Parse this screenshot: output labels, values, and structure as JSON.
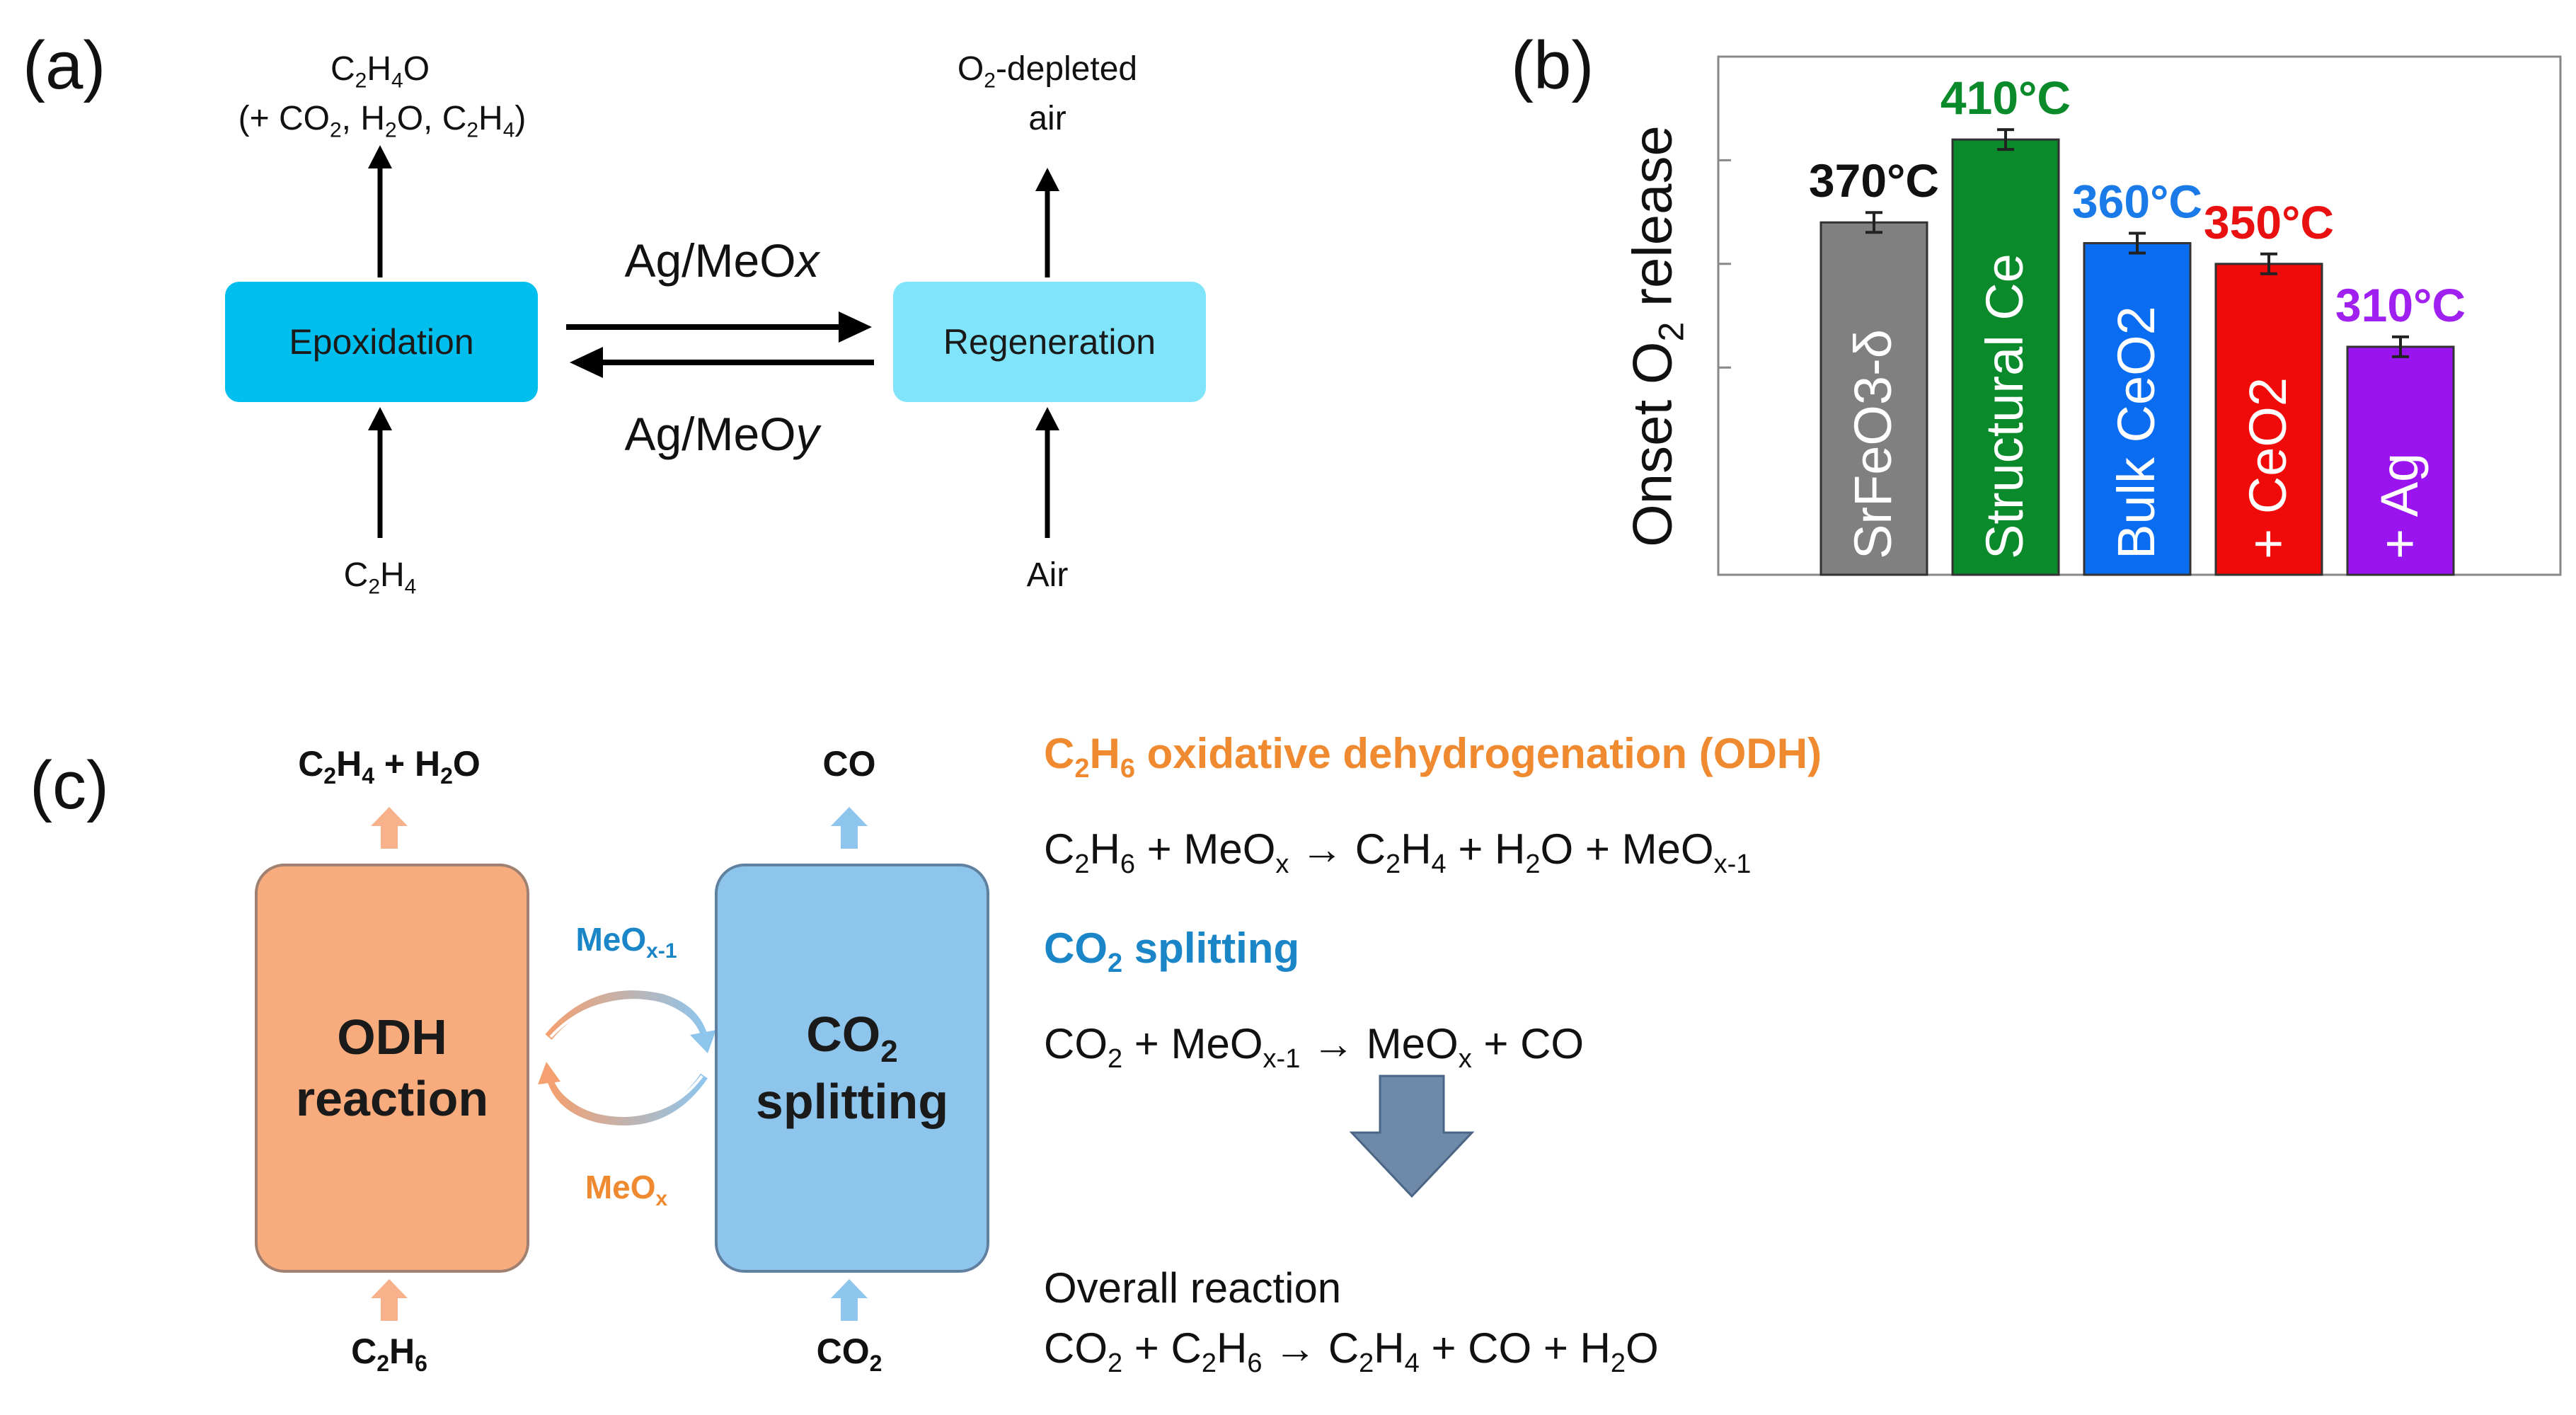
{
  "panels": {
    "a": {
      "label": "(a)",
      "epoxidation": "Epoxidation",
      "regeneration": "Regeneration",
      "product_top_1": {
        "pre": "C",
        "s1": "2",
        "mid": "H",
        "s2": "4",
        "post": "O"
      },
      "product_top_2": {
        "t1": "(+ CO",
        "s1": "2",
        "t2": ", H",
        "s2": "2",
        "t3": "O, C",
        "s3": "2",
        "t4": "H",
        "s4": "4",
        "t5": ")"
      },
      "input_left": {
        "t1": "C",
        "s1": "2",
        "t2": "H",
        "s2": "4"
      },
      "output_right_1": {
        "t1": "O",
        "s1": "2",
        "t2": "-depleted"
      },
      "output_right_2": "air",
      "input_right": "Air",
      "arrow_forward_label": {
        "t1": "Ag/MeO",
        "it": "x"
      },
      "arrow_back_label": {
        "t1": "Ag/MeO",
        "it": "y"
      },
      "colors": {
        "epoxidation": "#00bfee",
        "regeneration": "#80e4fb"
      }
    },
    "b": {
      "label": "(b)",
      "ylabel": {
        "t1": "Onset O",
        "s1": "2",
        "t2": " release"
      }
    },
    "c": {
      "label": "(c)",
      "odh_box": {
        "line1": "ODH",
        "line2": "reaction"
      },
      "co2_box": {
        "line1": "CO",
        "sub": "2",
        "line2": "splitting"
      },
      "left_top": {
        "t1": "C",
        "s1": "2",
        "t2": "H",
        "s2": "4",
        "t3": " + H",
        "s3": "2",
        "t4": "O"
      },
      "left_bottom": {
        "t1": "C",
        "s1": "2",
        "t2": "H",
        "s2": "6"
      },
      "right_top": "CO",
      "right_bottom": {
        "t1": "CO",
        "s1": "2"
      },
      "cycle_top": {
        "t1": "MeO",
        "s1": "x-1"
      },
      "cycle_bottom": {
        "t1": "MeO",
        "s1": "x"
      },
      "odh_heading": {
        "t1": "C",
        "s1": "2",
        "t2": "H",
        "s2": "6",
        "t3": " oxidative dehydrogenation (ODH)"
      },
      "odh_eq": {
        "t1": "C",
        "s1": "2",
        "t2": "H",
        "s2": "6",
        "t3": " + MeO",
        "s3": "x",
        "t4": " → C",
        "s4": "2",
        "t5": "H",
        "s5": "4",
        "t6": " + H",
        "s6": "2",
        "t7": "O + MeO",
        "s7": "x-1"
      },
      "split_heading": {
        "t1": "CO",
        "s1": "2",
        "t2": " splitting"
      },
      "split_eq": {
        "t1": "CO",
        "s1": "2",
        "t2": " + MeO",
        "s2": "x-1",
        "t3": " → MeO",
        "s3": "x",
        "t4": " +  CO"
      },
      "overall_heading": "Overall reaction",
      "overall_eq": {
        "t1": "CO",
        "s1": "2",
        "t2": " + C",
        "s2": "2",
        "t3": "H",
        "s3": "6",
        "t4": " → C",
        "s4": "2",
        "t5": "H",
        "s5": "4",
        "t6": " + CO + H",
        "s6": "2",
        "t7": "O"
      },
      "colors": {
        "odh": "#f8ab7c",
        "odh_border": "#a08070",
        "co2": "#8ec5ec",
        "co2_border": "#6080a0",
        "orange_text": "#f08a30",
        "blue_text": "#1a86c8",
        "big_arrow": "#6e8aa8"
      }
    }
  },
  "chart_data": {
    "type": "bar",
    "title": "",
    "xlabel": "",
    "ylabel": "Onset O2 release",
    "categories": [
      "SrFeO3-δ",
      "Structural Ce",
      "Bulk CeO2",
      "+ CeO2",
      "+ Ag"
    ],
    "values": [
      370,
      410,
      360,
      350,
      310
    ],
    "value_labels": [
      "370°C",
      "410°C",
      "360°C",
      "350°C",
      "310°C"
    ],
    "colors": [
      "#808080",
      "#0a8a2a",
      "#0a6cf0",
      "#f00a0a",
      "#9a14f0"
    ],
    "label_colors": [
      "#111111",
      "#0a8a2a",
      "#1a7ae8",
      "#e81010",
      "#a020f0"
    ],
    "ylim": [
      200,
      450
    ],
    "grid": false,
    "legend": "none"
  }
}
